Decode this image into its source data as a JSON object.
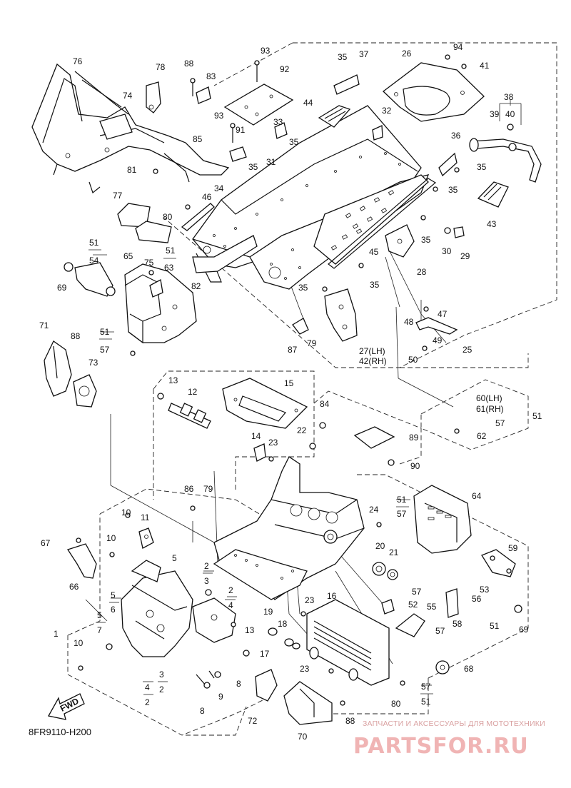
{
  "diagram": {
    "code": "8FR9110-H200",
    "fwd_label": "FWD",
    "labels": {
      "l76": "76",
      "l78": "78",
      "l88a": "88",
      "l83": "83",
      "l93a": "93",
      "l92": "92",
      "l93b": "93",
      "l91": "91",
      "l74": "74",
      "l85": "85",
      "l33": "33",
      "l31": "31",
      "l35a": "35",
      "l35b": "35",
      "l35c": "35",
      "l81": "81",
      "l77": "77",
      "l80": "80",
      "l46": "46",
      "l34": "34",
      "l75": "75",
      "l51a": "51",
      "l54": "54",
      "l51b": "51",
      "l63": "63",
      "l65": "65",
      "l69a": "69",
      "l82": "82",
      "l35d": "35",
      "l37": "37",
      "l26": "26",
      "l94": "94",
      "l41": "41",
      "l44": "44",
      "l32": "32",
      "l38": "38",
      "l39": "39",
      "l40": "40",
      "l36": "36",
      "l35e": "35",
      "l35f": "35",
      "l43": "43",
      "l35g": "35",
      "l30": "30",
      "l29": "29",
      "l45": "45",
      "l28": "28",
      "l35h": "35",
      "l48": "48",
      "l47": "47",
      "l49": "49",
      "l50": "50",
      "l25": "25",
      "l87": "87",
      "l79a": "79",
      "l27": "27(LH)",
      "l42": "42(RH)",
      "l71": "71",
      "l88b": "88",
      "l51c": "51",
      "l57a": "57",
      "l73": "73",
      "l13a": "13",
      "l12": "12",
      "l15": "15",
      "l84": "84",
      "l22": "22",
      "l89": "89",
      "l90": "90",
      "l14": "14",
      "l23a": "23",
      "l60": "60(LH)",
      "l61": "61(RH)",
      "l51d": "51",
      "l57b": "57",
      "l62": "62",
      "l86": "86",
      "l79b": "79",
      "l64": "64",
      "l51e": "51",
      "l57c": "57",
      "l24": "24",
      "l10a": "10",
      "l11": "11",
      "l10b": "10",
      "l67": "67",
      "l66": "66",
      "l5a": "5",
      "l2a": "2",
      "l3a": "3",
      "l2b": "2",
      "l4a": "4",
      "l5b": "5",
      "l6": "6",
      "l5c": "5",
      "l7": "7",
      "l1": "1",
      "l10c": "10",
      "l20": "20",
      "l21": "21",
      "l59": "59",
      "l53": "53",
      "l57d": "57",
      "l56": "56",
      "l52": "52",
      "l55": "55",
      "l58": "58",
      "l57e": "57",
      "l51f": "51",
      "l69b": "69",
      "l23b": "23",
      "l16": "16",
      "l19": "19",
      "l18": "18",
      "l17": "17",
      "l13b": "13",
      "l9": "9",
      "l3b": "3",
      "l2c": "2",
      "l4b": "4",
      "l2d": "2",
      "l8a": "8",
      "l8b": "8",
      "l23c": "23",
      "l68": "68",
      "l57f": "57",
      "l51g": "51",
      "l80b": "80",
      "l72": "72",
      "l70": "70",
      "l88c": "88"
    }
  },
  "watermark": {
    "caption": "ЗАПЧАСТИ И АКСЕССУАРЫ ДЛЯ МОТОТЕХНИКИ",
    "logo_text": "PARTSFOR.RU"
  }
}
